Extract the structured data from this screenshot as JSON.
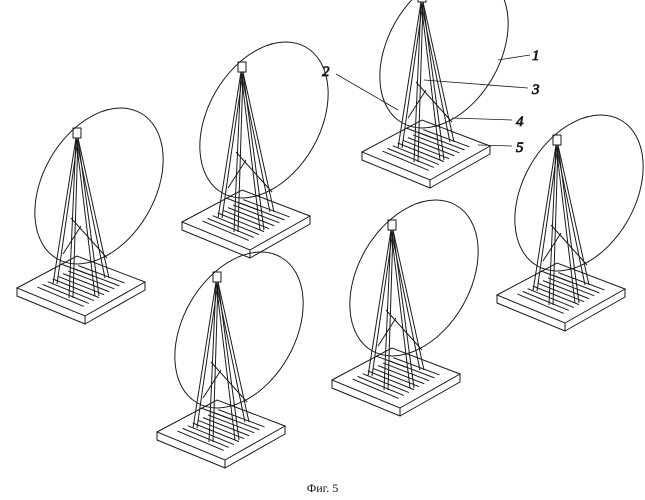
{
  "figure": {
    "caption": "Фиг. 5",
    "callouts": [
      {
        "id": "1",
        "text": "1"
      },
      {
        "id": "2",
        "text": "2"
      },
      {
        "id": "3",
        "text": "3"
      },
      {
        "id": "4",
        "text": "4"
      },
      {
        "id": "5",
        "text": "5"
      }
    ]
  }
}
